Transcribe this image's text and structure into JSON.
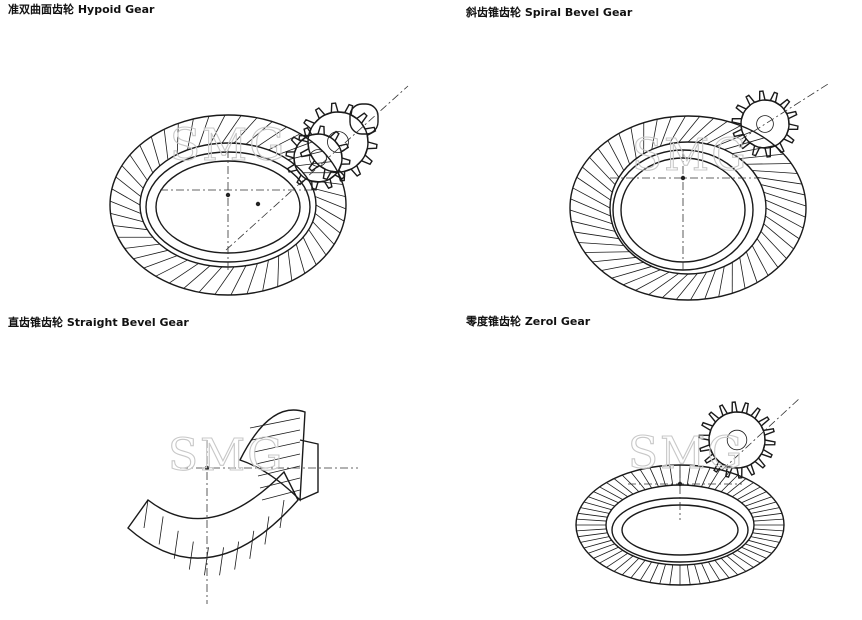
{
  "watermark": "SMG",
  "panels": [
    {
      "id": "hypoid",
      "caption": "准双曲面齿轮 Hypoid Gear"
    },
    {
      "id": "spiral",
      "caption": "斜齿锥齿轮 Spiral Bevel Gear"
    },
    {
      "id": "straight",
      "caption": "直齿锥齿轮 Straight Bevel Gear"
    },
    {
      "id": "zerol",
      "caption": "零度锥齿轮 Zerol Gear"
    }
  ]
}
